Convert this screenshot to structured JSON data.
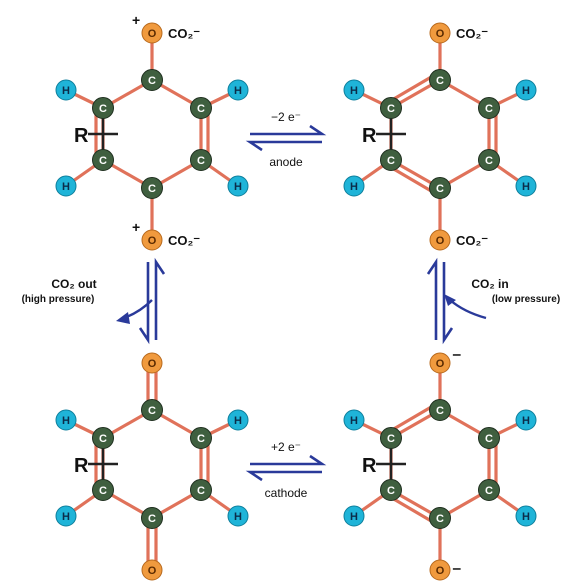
{
  "atoms": {
    "carbon": "C",
    "hydrogen": "H",
    "oxygen": "O",
    "r_group": "R"
  },
  "colors": {
    "carbon": "#3f5f3f",
    "hydrogen": "#1fb4d8",
    "oxygen": "#f09a3e",
    "bond": "#e0725a",
    "arrow": "#2a3a9a"
  },
  "molecules": {
    "top_left": {
      "top_prefix": "+",
      "top_suffix": "CO₂⁻",
      "bottom_prefix": "+",
      "bottom_suffix": "CO₂⁻"
    },
    "top_right": {
      "top_prefix": "",
      "top_suffix": "CO₂⁻",
      "bottom_prefix": "",
      "bottom_suffix": "CO₂⁻"
    },
    "bottom_left": {
      "top_prefix": "",
      "top_suffix": "",
      "bottom_prefix": "",
      "bottom_suffix": ""
    },
    "bottom_right": {
      "top_prefix": "",
      "top_suffix": "⁻",
      "bottom_prefix": "",
      "bottom_suffix": "⁻"
    }
  },
  "reactions": {
    "top": {
      "above": "−2 e⁻",
      "below": "anode"
    },
    "bottom": {
      "above": "+2 e⁻",
      "below": "cathode"
    },
    "left": {
      "line1": "CO₂ out",
      "line2": "(high pressure)"
    },
    "right": {
      "line1": "CO₂ in",
      "line2": "(low pressure)"
    }
  }
}
